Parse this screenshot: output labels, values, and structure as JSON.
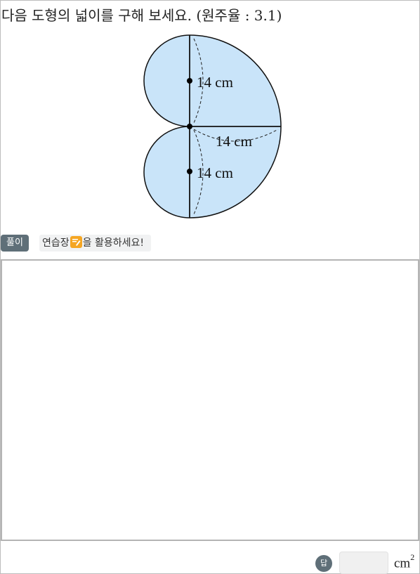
{
  "question": "다음 도형의 넓이를 구해 보세요. (원주율 : 3.1)",
  "figure": {
    "labels": [
      "14 cm",
      "14 cm",
      "14 cm"
    ],
    "fill_color": "#c9e4f9",
    "stroke_color": "#111111"
  },
  "toolbar": {
    "solve_label": "풀이",
    "hint_prefix": "연습장",
    "hint_icon": "pencil-icon",
    "hint_suffix": "을 활용하세요!"
  },
  "answer": {
    "badge": "답",
    "value": "",
    "unit": "cm",
    "unit_power": "2"
  }
}
